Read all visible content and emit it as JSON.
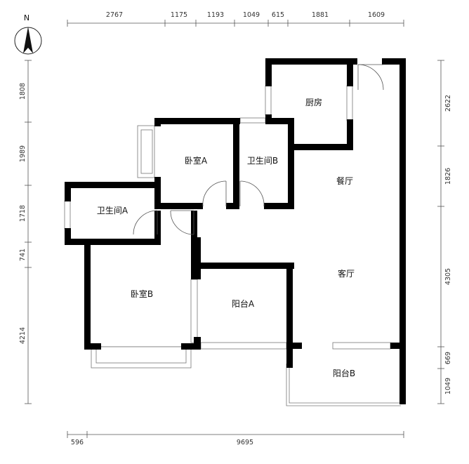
{
  "north": {
    "label": "N"
  },
  "dimensions": {
    "top": [
      "2767",
      "1175",
      "1193",
      "1049",
      "615",
      "1881",
      "1609"
    ],
    "bottom": [
      "596",
      "9695"
    ],
    "left": [
      "1808",
      "1989",
      "1718",
      "741",
      "4214"
    ],
    "right": [
      "2622",
      "1826",
      "4305",
      "669",
      "1049"
    ]
  },
  "rooms": {
    "kitchen": "厨房",
    "bedroom_a": "卧室A",
    "bathroom_b": "卫生间B",
    "bathroom_a": "卫生间A",
    "dining": "餐厅",
    "bedroom_b": "卧室B",
    "balcony_a": "阳台A",
    "living": "客厅",
    "balcony_b": "阳台B"
  }
}
